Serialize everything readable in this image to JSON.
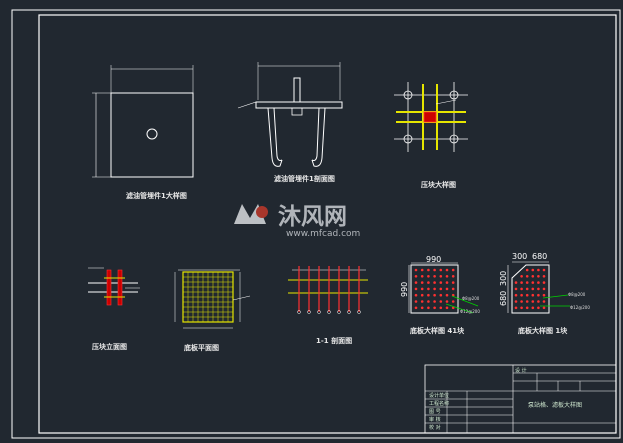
{
  "drawing": {
    "labels": {
      "plate_detail": "滤油管埋件1大样图",
      "hook_section": "滤油管埋件1剖面图",
      "pressure_block": "压块大样图",
      "pressure_block_elev": "压块立面图",
      "rebar_plan": "底板平面图",
      "section_11": "1-1 剖面图",
      "block_detail_41": "底板大样图 41块",
      "block_detail_1": "底板大样图 1块"
    },
    "dims": {
      "block41_width": "990",
      "block41_height": "990",
      "block1_width_a": "300",
      "block1_width_b": "680",
      "block1_height_a": "680",
      "block1_height_b": "300"
    },
    "annotations": {
      "rebar_note_a": "Φ8@200",
      "rebar_note_b": "Φ12@200"
    }
  },
  "title_block": {
    "project": "泵站格、滤板大样图",
    "rows": [
      "设计单位",
      "工程名称",
      "图 号",
      "审 核",
      "校 对",
      "设 计"
    ]
  },
  "watermark": {
    "brand": "沐风网",
    "url": "www.mfcad.com"
  }
}
